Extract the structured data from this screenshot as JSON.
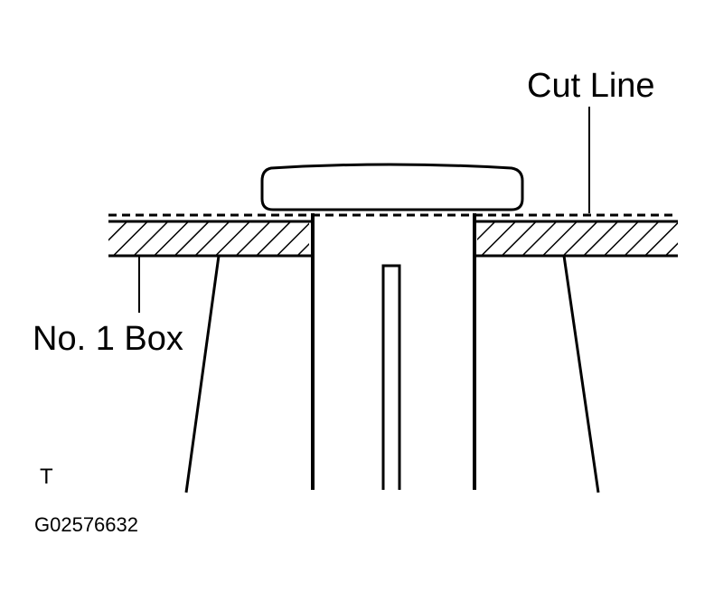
{
  "labels": {
    "cut_line": "Cut Line",
    "box": "No. 1 Box",
    "corner_mark": "T",
    "figure_code": "G02576632"
  },
  "colors": {
    "ink": "#000000",
    "background": "#ffffff"
  }
}
